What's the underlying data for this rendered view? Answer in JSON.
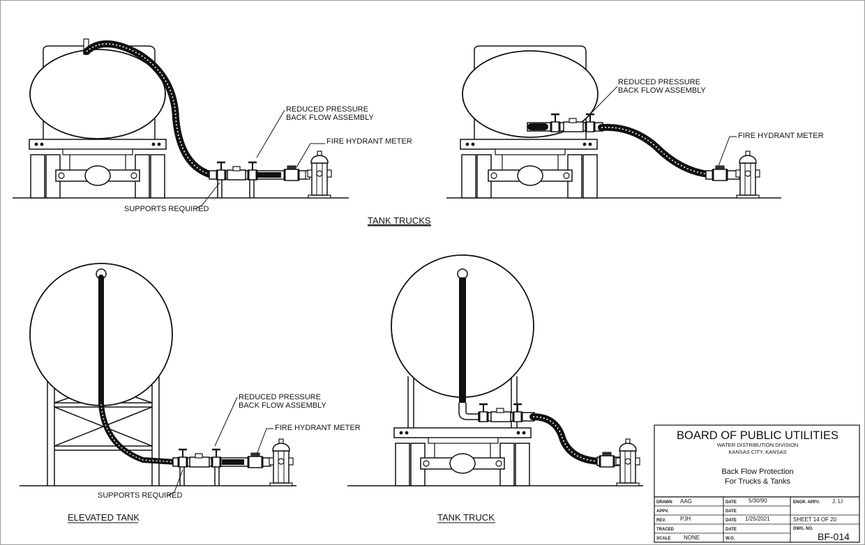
{
  "labels": {
    "rpba_line1": "REDUCED PRESSURE",
    "rpba_line2": "BACK FLOW ASSEMBLY",
    "fire_hydrant_meter": "FIRE HYDRANT METER",
    "supports_required": "SUPPORTS REQUIRED"
  },
  "captions": {
    "tank_trucks": "TANK TRUCKS",
    "elevated_tank": "ELEVATED TANK",
    "tank_truck": "TANK TRUCK"
  },
  "title_block": {
    "org": "BOARD OF PUBLIC UTILITIES",
    "division": "WATER DISTRIBUTION DIVISION",
    "city": "KANSAS CITY, KANSAS",
    "title_line1": "Back Flow Protection",
    "title_line2": "For Trucks & Tanks",
    "drawn_label": "DRAWN",
    "drawn_value": "AAG",
    "appv_label": "APPV.",
    "rev_label": "REV.",
    "rev_value": "PJH",
    "traced_label": "TRACED",
    "scale_label": "SCALE",
    "scale_value": "NONE",
    "date_label": "DATE",
    "date1": "5/30/90",
    "date2": "1/25/2021",
    "wo_label": "W.O.",
    "engr_label": "ENGR. APPV.",
    "engr_value": "J. LI",
    "sheet": "SHEET 14 OF 20",
    "dwg_label": "DWG. NO.",
    "dwg_no": "BF-014"
  }
}
